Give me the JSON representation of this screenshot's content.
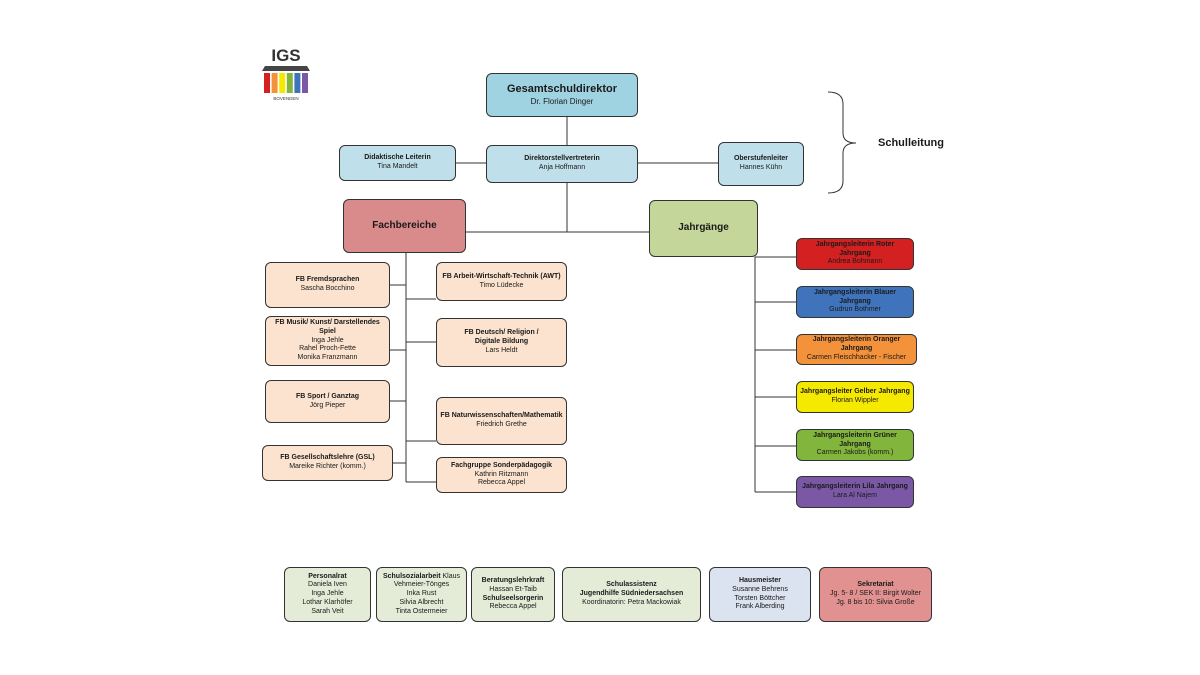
{
  "logo": {
    "text": "IGS",
    "subtext": "BOVENDEN",
    "colors": [
      "#d42020",
      "#f3923b",
      "#f5e900",
      "#82b53c",
      "#3f74bd",
      "#7b58a6"
    ]
  },
  "schulleitung_label": "Schulleitung",
  "leitung": {
    "gsd": {
      "title": "Gesamtschuldirektor",
      "name": "Dr. Florian Dinger"
    },
    "didaktisch": {
      "title": "Didaktische Leiterin",
      "name": "Tina Mandelt"
    },
    "stellvertreter": {
      "title": "Direktorstellvertreterin",
      "name": "Anja Hoffmann"
    },
    "oberstufe": {
      "title": "Oberstufenleiter",
      "name": "Hannes Kühn"
    }
  },
  "fachbereiche": {
    "title": "Fachbereiche",
    "left": [
      {
        "title": "FB Fremdsprachen",
        "names": [
          "Sascha Bocchino"
        ]
      },
      {
        "title": "FB Musik/ Kunst/ Darstellendes Spiel",
        "names": [
          "Inga Jehle",
          "Rahel Proch-Fette",
          "Monika Franzmann"
        ]
      },
      {
        "title": "FB Sport / Ganztag",
        "names": [
          "Jörg Pieper"
        ]
      },
      {
        "title": "FB Gesellschaftslehre (GSL)",
        "names": [
          "Mareike Richter (komm.)"
        ]
      }
    ],
    "right": [
      {
        "title": "FB Arbeit-Wirtschaft-Technik (AWT)",
        "names": [
          "Timo Lüdecke"
        ]
      },
      {
        "title": "FB Deutsch/ Religion / Digitale Bildung",
        "names": [
          "Lars Heldt"
        ]
      },
      {
        "title": "FB Naturwissenschaften/Mathematik",
        "names": [
          "Friedrich Grethe"
        ]
      },
      {
        "title": "Fachgruppe Sonderpädagogik",
        "names": [
          "Kathrin Ritzmann",
          "Rebecca Appel"
        ]
      }
    ]
  },
  "jahrgaenge": {
    "title": "Jahrgänge",
    "items": [
      {
        "title": "Jahrgangsleiterin Roter Jahrgang",
        "name": "Andrea Bohmann"
      },
      {
        "title": "Jahrgangsleiterin Blauer Jahrgang",
        "name": "Gudrun Bothmer"
      },
      {
        "title": "Jahrgangsleiterin Oranger Jahrgang",
        "name": "Carmen Fleischhacker - Fischer"
      },
      {
        "title": "Jahrgangsleiter Gelber Jahrgang",
        "name": "Florian Wippler"
      },
      {
        "title": "Jahrgangsleiterin Grüner Jahrgang",
        "name": "Carmen Jakobs (komm.)"
      },
      {
        "title": "Jahrgangsleiterin Lila Jahrgang",
        "name": "Lara Al Najem"
      }
    ]
  },
  "bottom": {
    "personalrat": {
      "title": "Personalrat",
      "names": [
        "Daniela Iven",
        "Inga Jehle",
        "Lothar Klarhöfer",
        "Sarah Veit"
      ]
    },
    "sozialarbeit": {
      "title": "Schulsozialarbeit",
      "title_rest": " Klaus",
      "names": [
        "Vehmeier-Tönges",
        "Inka Rust",
        "Silvia Albrecht",
        "Tinta Ostermeier"
      ]
    },
    "beratung": {
      "title": "Beratungslehrkraft",
      "name1": "Hassan Et-Taib",
      "title2": "Schulseelsorgerin",
      "name2": "Rebecca Appel"
    },
    "assistenz": {
      "title": "Schulassistenz",
      "title2": "Jugendhilfe Südniedersachsen",
      "name": "Koordinatorin: Petra Mackowiak"
    },
    "hausmeister": {
      "title": "Hausmeister",
      "names": [
        "Susanne Behrens",
        "Torsten Böttcher",
        "Frank Alberding"
      ]
    },
    "sekretariat": {
      "title": "Sekretariat",
      "names": [
        "Jg. 5- 8 / SEK II: Birgit Wolter",
        "Jg. 8 bis 10: Silvia Große"
      ]
    }
  }
}
